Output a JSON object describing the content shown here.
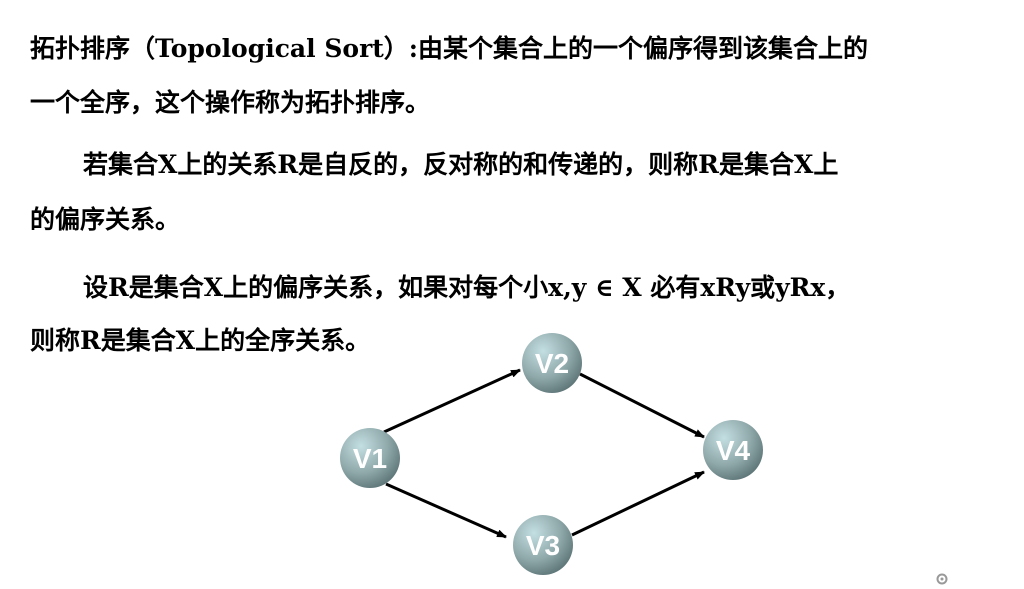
{
  "paragraphs": [
    "拓扑排序（Topological Sort）:由某个集合上的一个偏序得到该集合上的",
    "一个全序，这个操作称为拓扑排序。",
    "若集合X上的关系R是自反的，反对称的和传递的，则称R是集合X上",
    "的偏序关系。",
    "设R是集合X上的偏序关系，如果对每个小x,y ∈ X 必有xRy或yRx，",
    "则称R是集合X上的全序关系。"
  ],
  "graph": {
    "nodes": [
      "V1",
      "V2",
      "V3",
      "V4"
    ],
    "edges": [
      [
        "V1",
        "V2"
      ],
      [
        "V1",
        "V3"
      ],
      [
        "V2",
        "V4"
      ],
      [
        "V3",
        "V4"
      ]
    ],
    "node_color": "#8fa8aa"
  },
  "icons": {
    "corner": "refresh-icon"
  }
}
